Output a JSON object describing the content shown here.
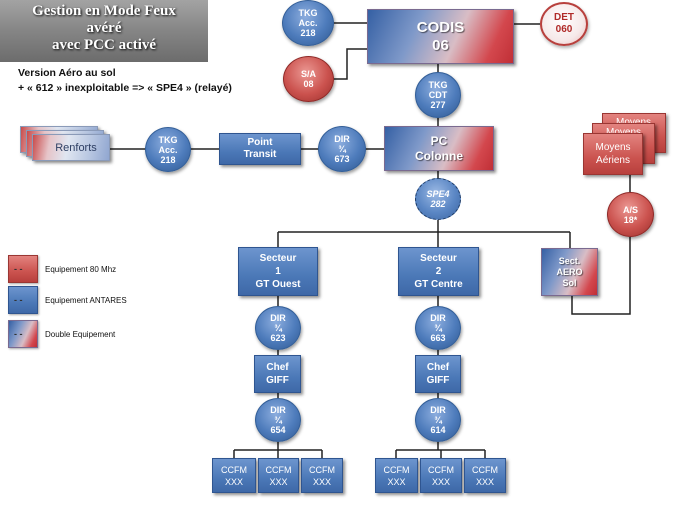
{
  "title": {
    "lines": [
      "Gestion en Mode Feux",
      "avéré",
      "avec PCC activé"
    ]
  },
  "notes": {
    "version": "Version Aéro au sol",
    "info": "+ « 612 » inexploitable => « SPE4 » (relayé)"
  },
  "nodes": {
    "tkg_acc_top": {
      "lines": [
        "TKG",
        "Acc.",
        "218"
      ]
    },
    "sa_08": {
      "lines": [
        "S/A",
        "08"
      ]
    },
    "codis": {
      "lines": [
        "CODIS",
        "06"
      ]
    },
    "det_060": {
      "lines": [
        "DET",
        "060"
      ]
    },
    "tkg_cdt": {
      "lines": [
        "TKG",
        "CDT",
        "277"
      ]
    },
    "pc_colonne": {
      "lines": [
        "PC",
        "Colonne"
      ]
    },
    "renforts": {
      "label": "Renforts"
    },
    "tkg_acc_left": {
      "lines": [
        "TKG",
        "Acc.",
        "218"
      ]
    },
    "point_transit": {
      "lines": [
        "Point",
        "Transit"
      ]
    },
    "dir_673": {
      "lines": [
        "DIR",
        "¾",
        "673"
      ]
    },
    "moyens_aeriens": {
      "lines": [
        "Moyens",
        "Aériens"
      ],
      "back_label": "Moyens"
    },
    "as_18": {
      "lines": [
        "A/S",
        "18*"
      ]
    },
    "spe4": {
      "lines": [
        "SPE4",
        "282"
      ]
    },
    "sect_aero": {
      "lines": [
        "Sect.",
        "AERO",
        "Sol"
      ]
    }
  },
  "sectors": [
    {
      "header": {
        "lines": [
          "Secteur",
          "1",
          "GT Ouest"
        ]
      },
      "dir_top": {
        "lines": [
          "DIR",
          "¾",
          "623"
        ]
      },
      "chef": {
        "lines": [
          "Chef",
          "GIFF"
        ]
      },
      "dir_bottom": {
        "lines": [
          "DIR",
          "¾",
          "654"
        ]
      },
      "units": [
        {
          "lines": [
            "CCFM",
            "XXX"
          ]
        },
        {
          "lines": [
            "CCFM",
            "XXX"
          ]
        },
        {
          "lines": [
            "CCFM",
            "XXX"
          ]
        }
      ]
    },
    {
      "header": {
        "lines": [
          "Secteur",
          "2",
          "GT Centre"
        ]
      },
      "dir_top": {
        "lines": [
          "DIR",
          "¾",
          "663"
        ]
      },
      "chef": {
        "lines": [
          "Chef",
          "GIFF"
        ]
      },
      "dir_bottom": {
        "lines": [
          "DIR",
          "¾",
          "614"
        ]
      },
      "units": [
        {
          "lines": [
            "CCFM",
            "XXX"
          ]
        },
        {
          "lines": [
            "CCFM",
            "XXX"
          ]
        },
        {
          "lines": [
            "CCFM",
            "XXX"
          ]
        }
      ]
    }
  ],
  "legend": {
    "items": [
      {
        "mark": "- -",
        "label": "Equipement 80 Mhz"
      },
      {
        "mark": "- -",
        "label": "Equipement ANTARES"
      },
      {
        "mark": "- -",
        "label": "Double Equipement"
      }
    ]
  },
  "colors": {
    "antares_blue": "#4b78b7",
    "mhz80_red": "#cb534f",
    "title_gray": "#858585",
    "connector": "#222222"
  }
}
